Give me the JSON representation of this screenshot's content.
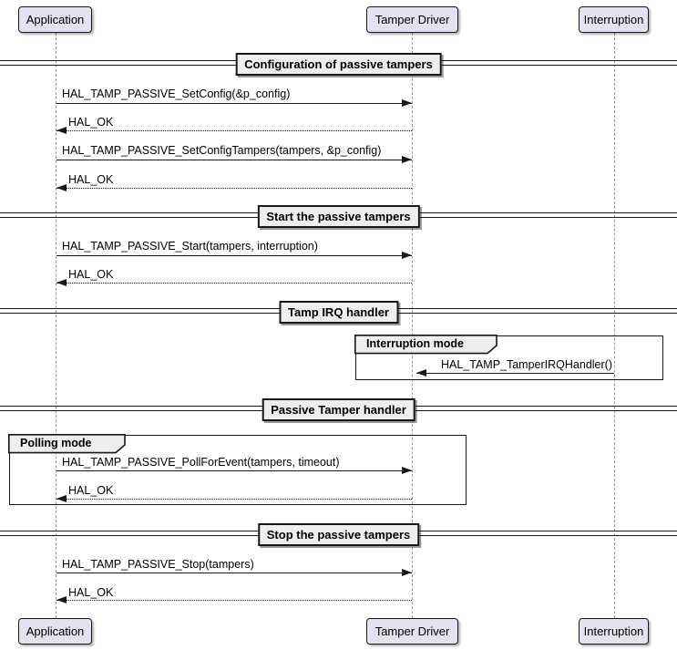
{
  "participants": [
    {
      "label": "Application"
    },
    {
      "label": "Tamper Driver"
    },
    {
      "label": "Interruption"
    }
  ],
  "dividers": [
    {
      "label": "Configuration of passive tampers"
    },
    {
      "label": "Start the passive tampers"
    },
    {
      "label": "Tamp IRQ handler"
    },
    {
      "label": "Passive Tamper handler"
    },
    {
      "label": "Stop the passive tampers"
    }
  ],
  "frames": [
    {
      "label": "Interruption mode"
    },
    {
      "label": "Polling mode"
    }
  ],
  "messages": [
    {
      "label": "HAL_TAMP_PASSIVE_SetConfig(&p_config)",
      "from": "Application",
      "to": "Tamper Driver",
      "line": "solid"
    },
    {
      "label": "HAL_OK",
      "from": "Tamper Driver",
      "to": "Application",
      "line": "dotted"
    },
    {
      "label": "HAL_TAMP_PASSIVE_SetConfigTampers(tampers, &p_config)",
      "from": "Application",
      "to": "Tamper Driver",
      "line": "solid"
    },
    {
      "label": "HAL_OK",
      "from": "Tamper Driver",
      "to": "Application",
      "line": "dotted"
    },
    {
      "label": "HAL_TAMP_PASSIVE_Start(tampers, interruption)",
      "from": "Application",
      "to": "Tamper Driver",
      "line": "solid"
    },
    {
      "label": "HAL_OK",
      "from": "Tamper Driver",
      "to": "Application",
      "line": "dotted"
    },
    {
      "label": "HAL_TAMP_TamperIRQHandler()",
      "from": "Interruption",
      "to": "Tamper Driver",
      "line": "solid"
    },
    {
      "label": "HAL_TAMP_PASSIVE_PollForEvent(tampers, timeout)",
      "from": "Application",
      "to": "Tamper Driver",
      "line": "solid"
    },
    {
      "label": "HAL_OK",
      "from": "Tamper Driver",
      "to": "Application",
      "line": "dotted"
    },
    {
      "label": "HAL_TAMP_PASSIVE_Stop(tampers)",
      "from": "Application",
      "to": "Tamper Driver",
      "line": "solid"
    },
    {
      "label": "HAL_OK",
      "from": "Tamper Driver",
      "to": "Application",
      "line": "dotted"
    }
  ],
  "colors": {
    "participant_fill": "#E2E2F0",
    "box_fill": "#EEEEEE",
    "border": "#181818",
    "lifeline": "#9A9A9A",
    "background": "#FFFFFF"
  }
}
